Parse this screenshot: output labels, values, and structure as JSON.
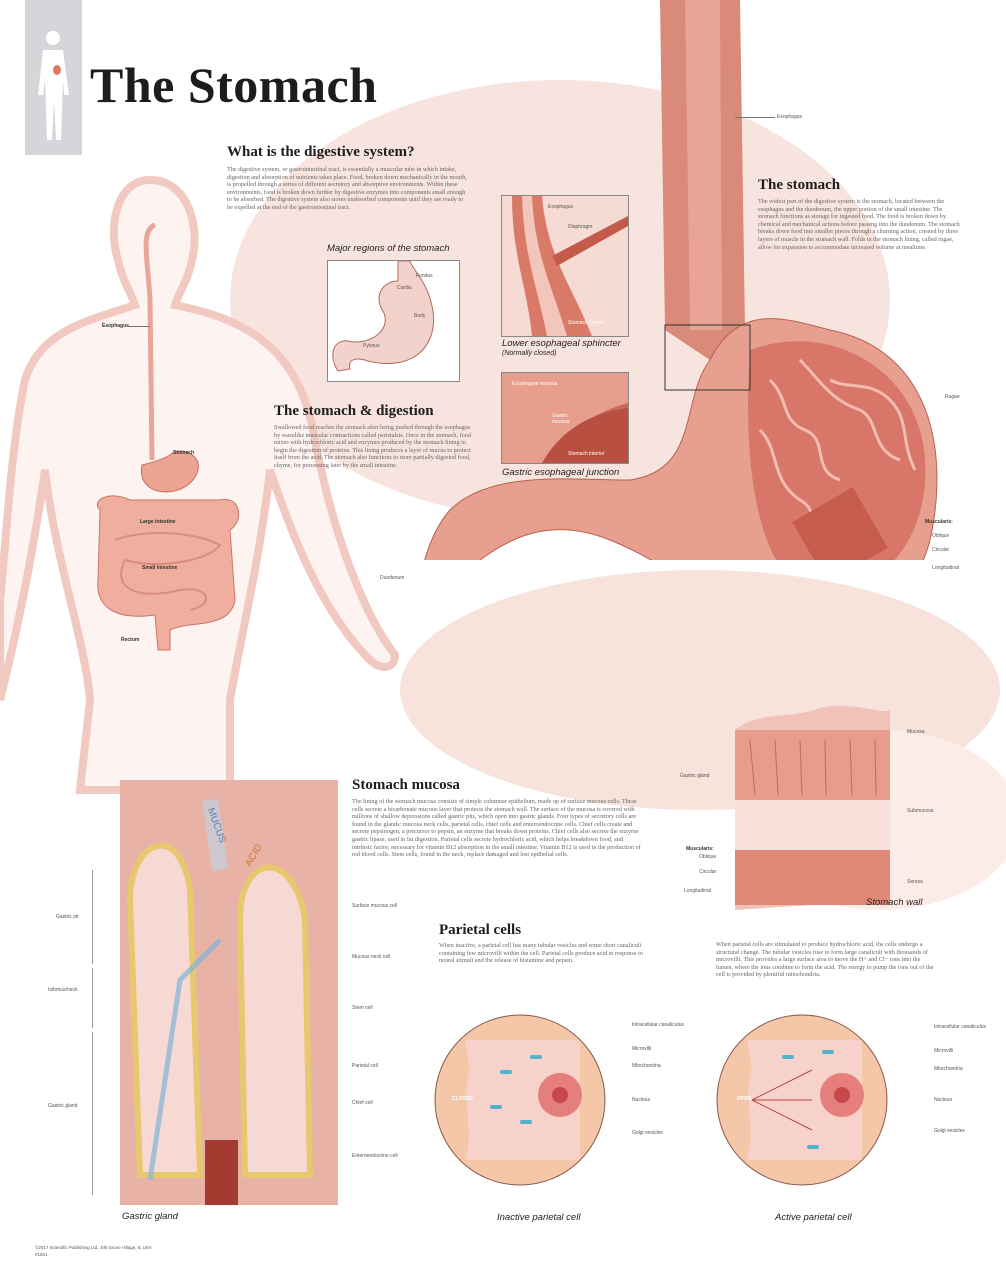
{
  "title": "The Stomach",
  "icon": "human-body-stomach-icon",
  "colors": {
    "tissue": "#e89a88",
    "muscle": "#c9604d",
    "background_flesh": "#f6dcd4",
    "icon_box": "#d6d6da"
  },
  "digestive_system": {
    "heading": "What is the digestive system?",
    "text": "The digestive system, or gastrointestinal tract, is essentially a muscular tube in which intake, digestion and absorption of nutrients takes place. Food, broken down mechanically in the mouth, is propelled through a series of different secretory and absorptive environments. Within these environments, food is broken down further by digestive enzymes into components small enough to be absorbed. The digestive system also stores unabsorbed components until they are ready to be expelled at the end of the gastrointestinal tract.",
    "labels": [
      "Esophagus",
      "Stomach",
      "Large intestine",
      "Small intestine",
      "Rectum"
    ]
  },
  "major_regions": {
    "caption": "Major regions of the stomach",
    "labels": [
      "Fundus",
      "Cardia",
      "Body",
      "Pylorus"
    ]
  },
  "digestion": {
    "heading": "The stomach & digestion",
    "text": "Swallowed food reaches the stomach after being pushed through the esophagus by wavelike muscular contractions called peristalsis. Once in the stomach, food mixes with hydrochloric acid and enzymes produced by the stomach lining to begin the digestion of proteins. This lining produces a layer of mucus to protect itself from the acid. The stomach also functions to store partially digested food, chyme, for processing later by the small intestine."
  },
  "les": {
    "caption": "Lower esophageal sphincter",
    "subcaption": "(Normally closed)",
    "labels": [
      "Esophagus",
      "Diaphragm",
      "Stomach interior"
    ]
  },
  "gej": {
    "caption": "Gastric esophageal junction",
    "labels": [
      "Esophageal mucosa",
      "Gastric mucosa",
      "Stomach interior"
    ]
  },
  "stomach": {
    "heading": "The stomach",
    "text": "The widest part of the digestive system is the stomach, located between the esophagus and the duodenum, the upper portion of the small intestine. The stomach functions as storage for ingested food. The food is broken down by chemical and mechanical actions before passing into the duodenum. The stomach breaks down food into smaller pieces through a churning action, created by three layers of muscle in the stomach wall. Folds in the stomach lining, called rugae, allow for expansion to accommodate increased volume at mealtime.",
    "labels": {
      "esophagus": "Esophagus",
      "rugae": "Rugae",
      "muscularis": "Muscularis:",
      "oblique": "Oblique",
      "circular": "Circular",
      "longitudinal": "Longitudinal",
      "duodenum": "Duodenum"
    }
  },
  "mucosa": {
    "heading": "Stomach mucosa",
    "text": "The lining of the stomach mucosa consists of simple columnar epithelium, made up of surface mucous cells. These cells secrete a bicarbonate mucous layer that protects the stomach wall. The surface of the mucosa is covered with millions of shallow depressions called gastric pits, which open into gastric glands. Four types of secretory cells are found in the glands: mucous neck cells, parietal cells, chief cells and enteroendocrine cells. Chief cells create and secrete pepsinogen, a precursor to pepsin, an enzyme that breaks down proteins. Chief cells also secrete the enzyme gastric lipase, used in fat digestion. Parietal cells secrete hydrochloric acid, which helps breakdown food, and intrinsic factor, necessary for vitamin B12 absorption in the small intestine. Vitamin B12 is used in the production of red blood cells. Stem cells, found in the neck, replace damaged and lost epithelial cells."
  },
  "stomach_wall": {
    "caption": "Stomach wall",
    "labels": {
      "gastric_gland": "Gastric gland",
      "mucosa": "Mucosa",
      "submucosa": "Submucosa",
      "muscularis": "Muscularis:",
      "oblique": "Oblique",
      "circular": "Circular",
      "longitudinal": "Longitudinal",
      "serosa": "Serosa"
    }
  },
  "gastric_gland": {
    "caption": "Gastric gland",
    "arrows": [
      "MUCUS",
      "ACID"
    ],
    "left_labels": [
      "Gastric pit",
      "Isthmus/neck",
      "Gastric gland"
    ],
    "right_labels": [
      "Surface mucous cell",
      "Mucous neck cell",
      "Stem cell",
      "Parietal cell",
      "Chief cell",
      "Enteroendocrine cell"
    ]
  },
  "parietal": {
    "heading": "Parietal cells",
    "inactive_text": "When inactive, a parietal cell has many tubular vesicles and some short canaliculi containing few microvilli within the cell. Parietal cells produce acid in response to neural stimuli and the release of histamine and pepsin.",
    "active_text": "When parietal cells are stimulated to produce hydrochloric acid, the cells undergo a structural change. The tubular vesicles fuse to form large canaliculi with thousands of microvilli. This provides a large surface area to move the H+ and Cl− ions into the lumen, where the ions combine to form the acid. The energy to pump the ions out of the cell is provided by plentiful mitochondria.",
    "inactive": {
      "caption": "Inactive parietal cell",
      "state": "CLOSED",
      "labels": [
        "Intracellular canaliculus",
        "Microvilli",
        "Mitochondria",
        "Nucleus",
        "Golgi vesicles"
      ]
    },
    "active": {
      "caption": "Active parietal cell",
      "state": "OPEN",
      "labels": [
        "Intracellular canaliculus",
        "Microvilli",
        "Mitochondria",
        "Nucleus",
        "Golgi vesicles"
      ]
    }
  },
  "footer": {
    "copyright": "©2017 Scientific Publishing Ltd., Elk Grove Village, IL USA",
    "number": "#1501"
  }
}
